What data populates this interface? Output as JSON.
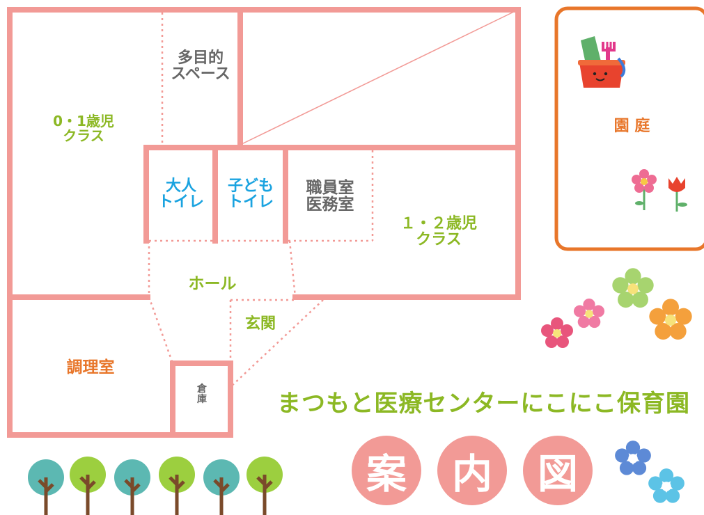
{
  "rooms": {
    "infant_class": "0・1歳児\nクラス",
    "multipurpose": "多目的\nスペース",
    "adult_toilet": "大人\nトイレ",
    "child_toilet": "子ども\nトイレ",
    "staff_room": "職員室\n医務室",
    "toddler_class": "１・２歳児\nクラス",
    "hall": "ホール",
    "entrance": "玄関",
    "kitchen": "調理室",
    "storage": "倉\n庫",
    "garden": "園 庭"
  },
  "title": "まつもと医療センターにこにこ保育園",
  "circles": [
    "案",
    "内",
    "図"
  ],
  "colors": {
    "wall": "#f29a96",
    "green_text": "#8cb824",
    "blue_text": "#1aa3e0",
    "orange_text": "#e8762a",
    "garden_border": "#e8762a"
  },
  "decorations": [
    "bucket-icon",
    "flower-icon",
    "tulip-icon",
    "tree-icon"
  ]
}
